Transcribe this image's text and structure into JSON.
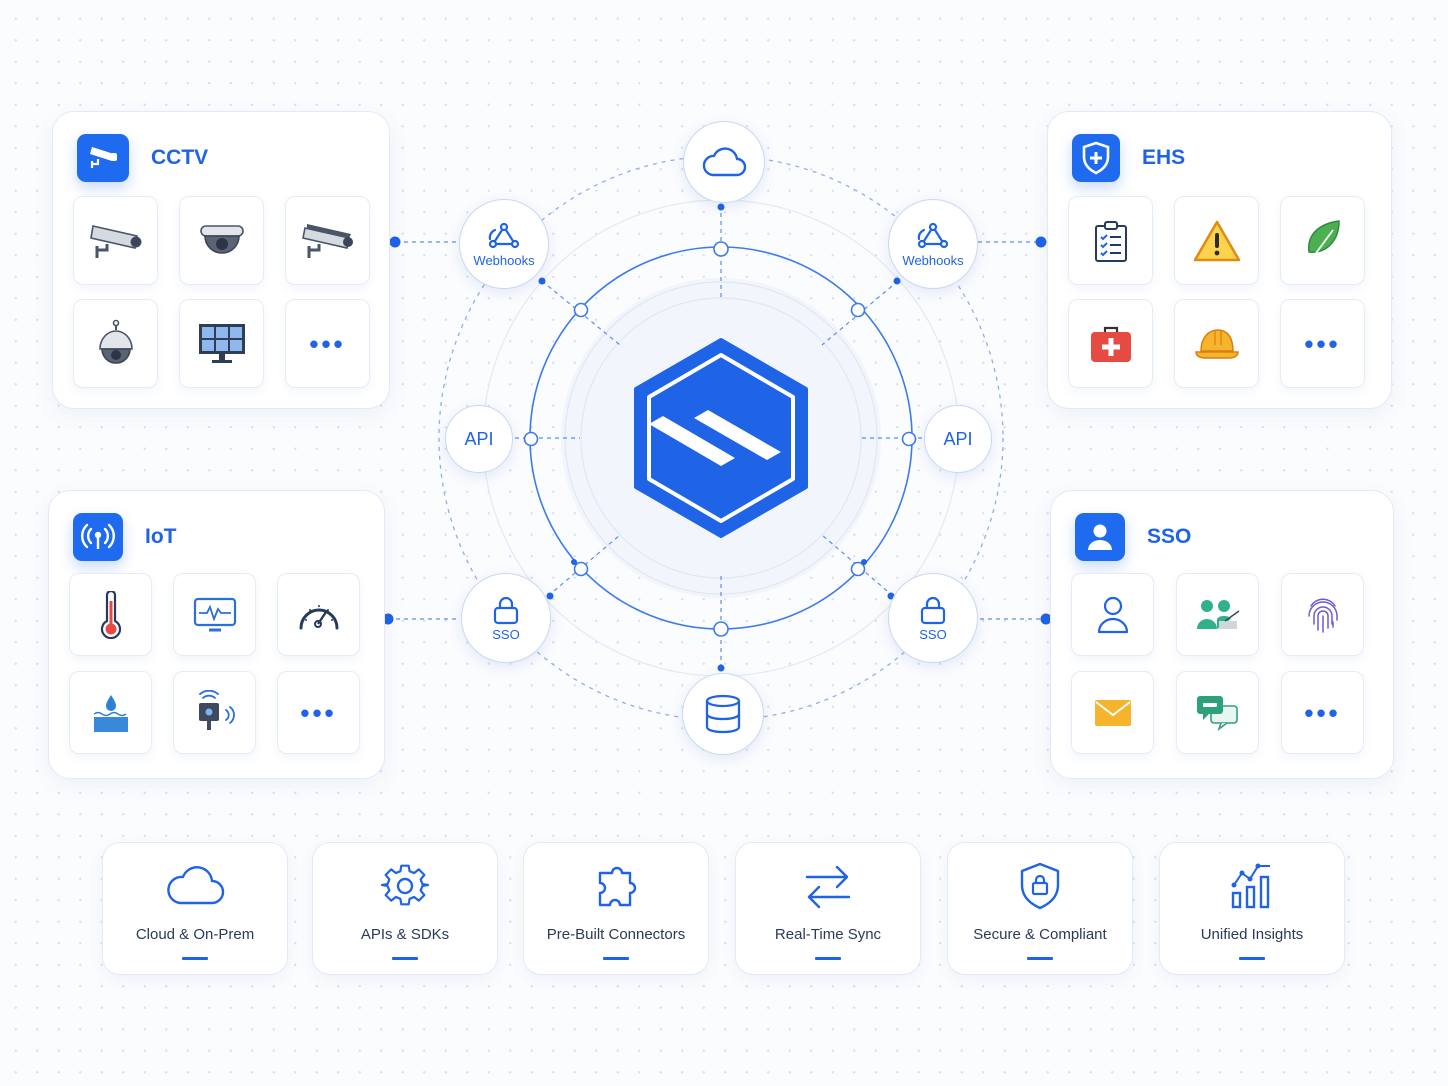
{
  "colors": {
    "accent": "#1f63e6",
    "badge": "#1f6bf0",
    "text_dark": "#2a3a58",
    "panel_border": "#e3eaf7",
    "node_border": "#c9d8f3"
  },
  "hub": {
    "logo": "S-hexagon-logo-icon",
    "nodes": [
      {
        "id": "top",
        "icon": "cloud-icon",
        "label": ""
      },
      {
        "id": "top-left",
        "icon": "webhook-icon",
        "label": "Webhooks"
      },
      {
        "id": "top-right",
        "icon": "webhook-icon",
        "label": "Webhooks"
      },
      {
        "id": "left",
        "icon": "",
        "label": "API"
      },
      {
        "id": "right",
        "icon": "",
        "label": "API"
      },
      {
        "id": "bottom-left",
        "icon": "lock-icon",
        "label": "SSO"
      },
      {
        "id": "bottom-right",
        "icon": "lock-icon",
        "label": "SSO"
      },
      {
        "id": "bottom",
        "icon": "database-icon",
        "label": ""
      }
    ]
  },
  "panels": {
    "cctv": {
      "title": "CCTV",
      "badge_icon": "cctv-camera-icon",
      "tiles": [
        "bullet-camera-icon",
        "dome-camera-icon",
        "dark-bullet-camera-icon",
        "ptz-camera-icon",
        "video-wall-monitor-icon",
        "more-icon"
      ],
      "more_label": "•••"
    },
    "ehs": {
      "title": "EHS",
      "badge_icon": "shield-plus-icon",
      "tiles": [
        "checklist-clipboard-icon",
        "warning-triangle-icon",
        "leaf-icon",
        "first-aid-kit-icon",
        "hard-hat-icon",
        "more-icon"
      ],
      "more_label": "•••"
    },
    "iot": {
      "title": "IoT",
      "badge_icon": "antenna-signal-icon",
      "tiles": [
        "thermometer-icon",
        "heartbeat-monitor-icon",
        "gauge-icon",
        "water-level-icon",
        "wireless-sensor-icon",
        "more-icon"
      ],
      "more_label": "•••"
    },
    "sso": {
      "title": "SSO",
      "badge_icon": "user-icon",
      "tiles": [
        "user-outline-icon",
        "user-group-icon",
        "fingerprint-icon",
        "envelope-icon",
        "chat-bubbles-icon",
        "more-icon"
      ],
      "more_label": "•••"
    }
  },
  "features": [
    {
      "label": "Cloud & On-Prem",
      "icon": "cloud-icon"
    },
    {
      "label": "APIs & SDKs",
      "icon": "gear-icon"
    },
    {
      "label": "Pre-Built Connectors",
      "icon": "puzzle-icon"
    },
    {
      "label": "Real-Time Sync",
      "icon": "sync-arrows-icon"
    },
    {
      "label": "Secure & Compliant",
      "icon": "shield-lock-icon"
    },
    {
      "label": "Unified Insights",
      "icon": "bar-chart-trend-icon"
    }
  ]
}
